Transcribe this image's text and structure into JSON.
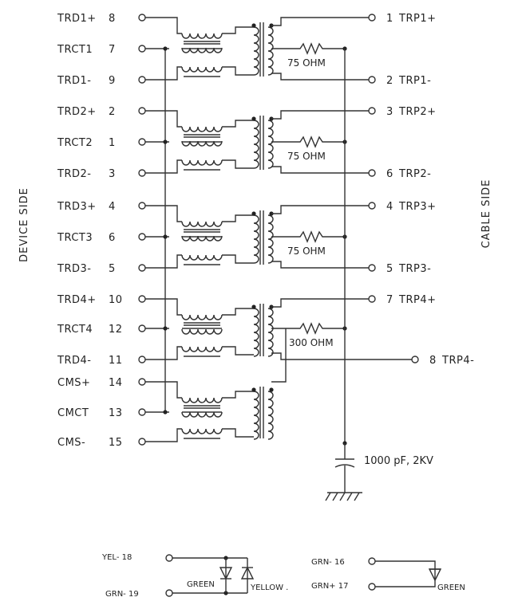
{
  "side_labels": {
    "device": "DEVICE SIDE",
    "cable": "CABLE SIDE"
  },
  "device_pins": [
    {
      "name": "TRD1+",
      "num": "8"
    },
    {
      "name": "TRCT1",
      "num": "7"
    },
    {
      "name": "TRD1-",
      "num": "9"
    },
    {
      "name": "TRD2+",
      "num": "2"
    },
    {
      "name": "TRCT2",
      "num": "1"
    },
    {
      "name": "TRD2-",
      "num": "3"
    },
    {
      "name": "TRD3+",
      "num": "4"
    },
    {
      "name": "TRCT3",
      "num": "6"
    },
    {
      "name": "TRD3-",
      "num": "5"
    },
    {
      "name": "TRD4+",
      "num": "10"
    },
    {
      "name": "TRCT4",
      "num": "12"
    },
    {
      "name": "TRD4-",
      "num": "11"
    },
    {
      "name": "CMS+",
      "num": "14"
    },
    {
      "name": "CMCT",
      "num": "13"
    },
    {
      "name": "CMS-",
      "num": "15"
    }
  ],
  "cable_pins": [
    {
      "num": "1",
      "name": "TRP1+"
    },
    {
      "num": "2",
      "name": "TRP1-"
    },
    {
      "num": "3",
      "name": "TRP2+"
    },
    {
      "num": "6",
      "name": "TRP2-"
    },
    {
      "num": "4",
      "name": "TRP3+"
    },
    {
      "num": "5",
      "name": "TRP3-"
    },
    {
      "num": "7",
      "name": "TRP4+"
    },
    {
      "num": "8",
      "name": "TRP4-"
    }
  ],
  "resistors": [
    "75 OHM",
    "75 OHM",
    "75 OHM",
    "300 OHM"
  ],
  "capacitor": "1000 pF, 2KV",
  "leds": {
    "left": {
      "pin_top": "YEL- 18",
      "pin_bottom": "GRN- 19",
      "led1": "GREEN",
      "led2": "YELLOW ."
    },
    "right": {
      "pin_top": "GRN- 16",
      "pin_bottom": "GRN+ 17",
      "led1": "GREEN"
    }
  }
}
